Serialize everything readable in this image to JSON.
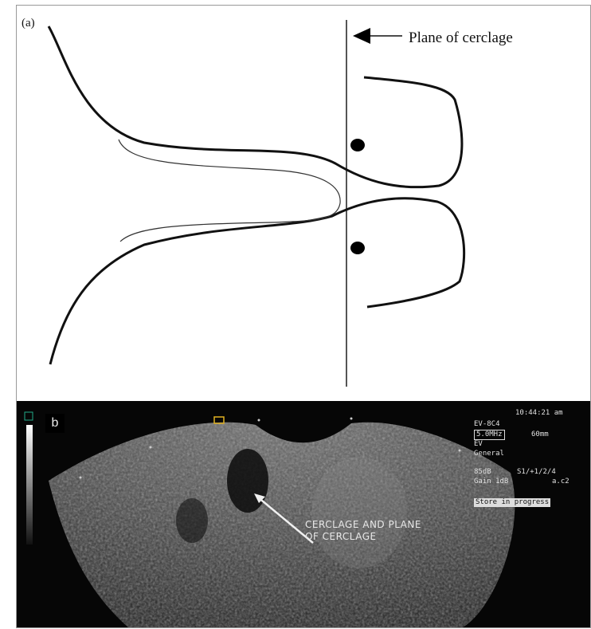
{
  "panel_a": {
    "label": "(a)",
    "annotation": "Plane of cerclage"
  },
  "panel_b": {
    "label": "b",
    "time": "10:44:21 am",
    "probe": "EV-8C4",
    "freq": "5.0MHz",
    "depth": "60mm",
    "mode": "EV",
    "preset": "General",
    "dr": "85dB",
    "settings": "S1/+1/2/4",
    "gain": "Gain 1dB",
    "av": "a.c2",
    "status": "Store in progress",
    "annotation_line1": "CERCLAGE AND PLANE",
    "annotation_line2": "OF CERCLAGE"
  }
}
